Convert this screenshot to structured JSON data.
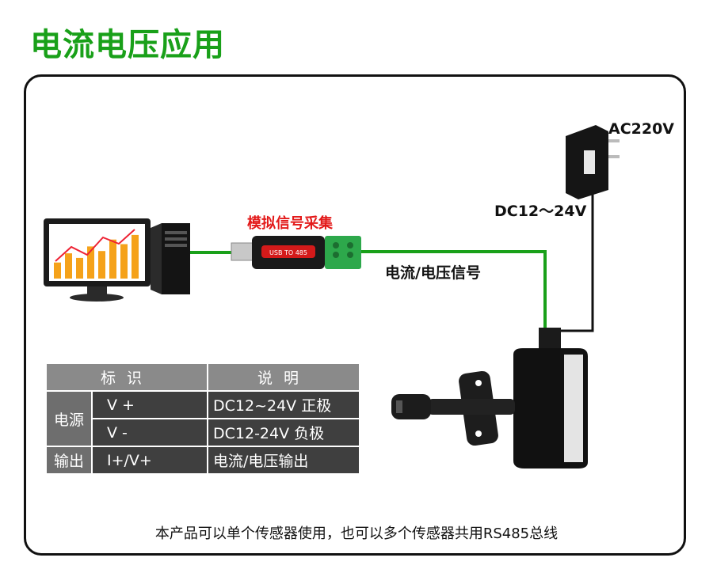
{
  "title": "电流电压应用",
  "labels": {
    "power_supply": "AC220V",
    "supply_range": "DC12～24V",
    "collector": "模拟信号采集",
    "signal": "电流/电压信号",
    "converter_text": "USB TO 485"
  },
  "table": {
    "headers": [
      "标识",
      "说明"
    ],
    "power_group": "电源",
    "output_group": "输出",
    "rows": [
      {
        "key": "V +",
        "desc": "DC12~24V 正极"
      },
      {
        "key": "V -",
        "desc": "DC12-24V 负极"
      },
      {
        "key": "I+/V+",
        "desc": "电流/电压输出"
      }
    ]
  },
  "footer": "本产品可以单个传感器使用，也可以多个传感器共用RS485总线",
  "colors": {
    "accent": "#19a019",
    "wire_power": "#111111",
    "wire_signal": "#19a019",
    "collector_label": "#e31a1a"
  },
  "chart_bars": [
    0.35,
    0.55,
    0.45,
    0.7,
    0.6,
    0.85,
    0.75,
    0.95
  ]
}
